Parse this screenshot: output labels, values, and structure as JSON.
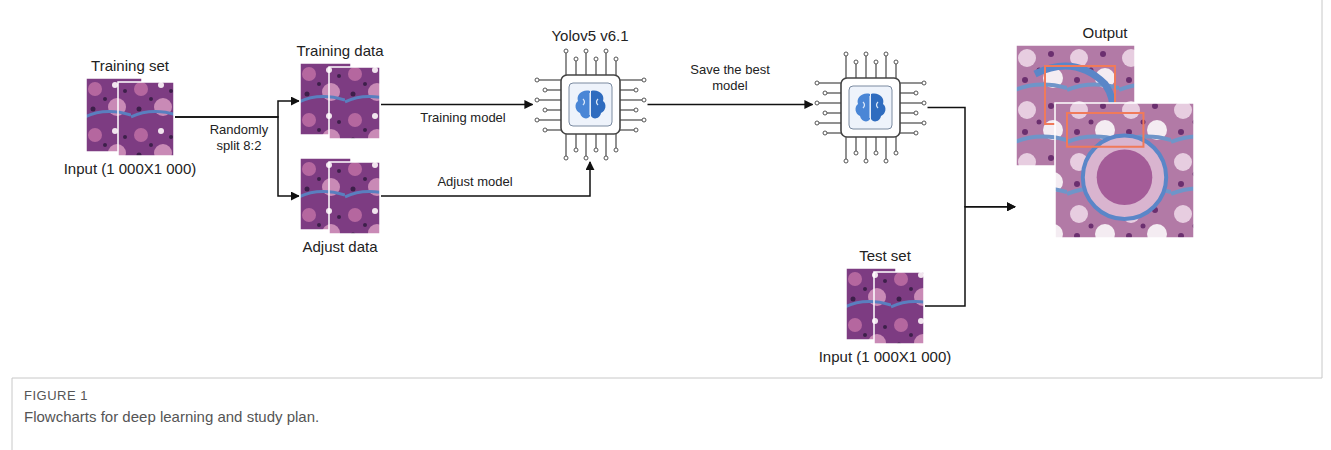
{
  "diagram": {
    "caption": "Flowcharts for deep learning and study plan.",
    "nodes": [
      {
        "text": [
          "Training set",
          "Input (1 000X1 000)"
        ]
      },
      {
        "text": [
          "Training data"
        ]
      },
      {
        "text": [
          "Adjust data"
        ]
      },
      {
        "text": [
          "Yolov5 v6.1"
        ]
      },
      {
        "text": []
      },
      {
        "text": [
          "Test set",
          "Input (1 000X1 000)"
        ]
      },
      {
        "text": [
          "Output"
        ]
      }
    ],
    "edges": [
      {
        "from": 0,
        "to": 1,
        "arrow": "to",
        "label": "Randomly split 8:2"
      },
      {
        "from": 0,
        "to": 2,
        "arrow": "to"
      },
      {
        "from": 1,
        "to": 3,
        "arrow": "to",
        "label": "Training model"
      },
      {
        "from": 2,
        "to": 3,
        "arrow": "to",
        "label": "Adjust model"
      },
      {
        "from": 3,
        "to": 4,
        "arrow": "to",
        "label": "Save the best model"
      },
      {
        "from": 4,
        "to": 6,
        "arrow": "to"
      },
      {
        "from": 5,
        "to": 6,
        "arrow": "to"
      }
    ],
    "labels": [
      "FIGURE 1"
    ]
  }
}
